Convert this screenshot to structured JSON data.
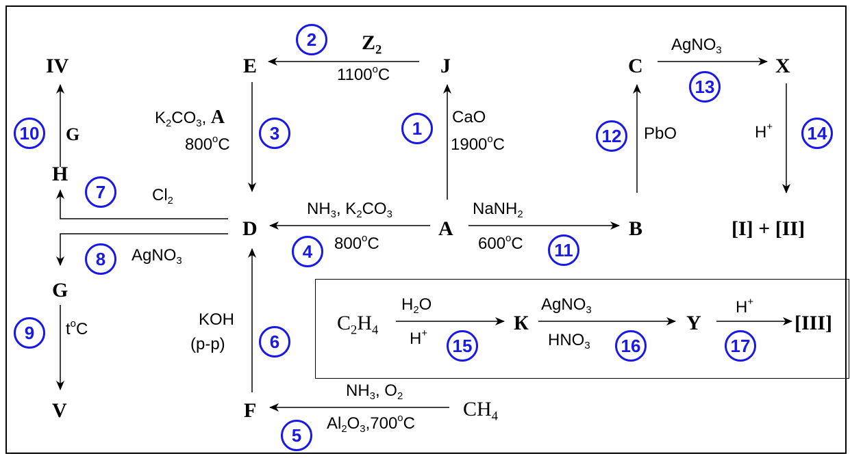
{
  "nodes": {
    "IV": "IV",
    "E": "E",
    "J": "J",
    "C": "C",
    "X": "X",
    "H": "H",
    "D": "D",
    "A": "A",
    "B": "B",
    "G_top": "G",
    "G": "G",
    "V": "V",
    "F": "F",
    "I_II": "[I] + [II]",
    "K": "К",
    "Y": "Y",
    "III": "[III]"
  },
  "conditions": {
    "s1": {
      "top": "CaO",
      "bottom_num": "1900",
      "bottom_unit": "C"
    },
    "s2": {
      "top_main": "Z",
      "top_sub": "2",
      "bottom_num": "1100",
      "bottom_unit": "C"
    },
    "s3": {
      "k": "K",
      "k_sub": "2",
      "co": "CO",
      "co_sub": "3",
      "reagent": "A",
      "temp": "800",
      "unit": "C"
    },
    "s4": {
      "nh": "NH",
      "nh_sub": "3",
      "k": "K",
      "k_sub": "2",
      "co": "CO",
      "co_sub": "3",
      "temp": "800",
      "unit": "C"
    },
    "s5": {
      "nh": "NH",
      "nh_sub": "3",
      "o": "O",
      "o_sub": "2",
      "al": "Al",
      "al_sub": "2",
      "ox": "O",
      "ox_sub": "3",
      "temp": "700",
      "unit": "C"
    },
    "s6": {
      "line1": "KOH",
      "line2": "(p-p)"
    },
    "s7": {
      "main": "Cl",
      "sub": "2"
    },
    "s8": {
      "main": "AgNO",
      "sub": "3"
    },
    "s9": {
      "pre": "t",
      "deg": "o",
      "post": "C"
    },
    "s10": {
      "reagent": "G"
    },
    "s11": {
      "na": "NaNH",
      "na_sub": "2",
      "temp": "600",
      "unit": "C"
    },
    "s12": {
      "reagent": "PbO"
    },
    "s13": {
      "main": "AgNO",
      "sub": "3"
    },
    "s14": {
      "main": "H",
      "sup": "+"
    },
    "s15": {
      "top": "H",
      "top_sub": "2",
      "top_post": "O",
      "bottom": "H",
      "bottom_sup": "+"
    },
    "s16": {
      "top": "AgNO",
      "top_sub": "3",
      "bottom": "HNO",
      "bottom_sub": "3"
    },
    "s17": {
      "main": "H",
      "sup": "+"
    },
    "ch4": {
      "main": "CH",
      "sub": "4"
    },
    "c2h4": {
      "c": "C",
      "c_sub": "2",
      "h": "H",
      "h_sub": "4"
    },
    "deg": "o"
  },
  "step_numbers": [
    "1",
    "2",
    "3",
    "4",
    "5",
    "6",
    "7",
    "8",
    "9",
    "10",
    "11",
    "12",
    "13",
    "14",
    "15",
    "16",
    "17"
  ],
  "colors": {
    "step_circle": "#1818e8",
    "text": "#000000"
  }
}
